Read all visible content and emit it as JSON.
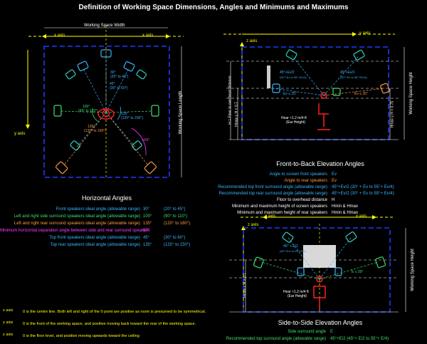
{
  "title": "Definition of Working Space Dimensions, Angles and Minimums and Maximums",
  "colors": {
    "background": "#000000",
    "yellow": "#ffff00",
    "white": "#ffffff",
    "blue": "#1f3cff",
    "front": "#38b6ff",
    "side": "#3ce06a",
    "rear": "#ff9a3c",
    "min_sep": "#ff3cff",
    "top": "#2fd0c0",
    "listener": "#ff2020"
  },
  "horizontal": {
    "axis_x_left": "x axis",
    "axis_x_right": "x axis",
    "axis_y": "y axis",
    "width_label": "Working Space Width",
    "length_label": "Working Space Length",
    "ang_30": "30°",
    "ang_30_range": "(20° to 45°)",
    "ang_45": "45°",
    "ang_45_range": "(30° to 60°)",
    "ang_100": "100°",
    "ang_100_range": "(90° to 110°)",
    "ang_135a": "135°",
    "ang_135a_range": "(120° to 150°)",
    "ang_135b": "135°",
    "ang_135b_range": "(120° to 160°)",
    "ang_min_sep": "≥50°",
    "heading": "Horizontal Angles",
    "rows": [
      {
        "label": "Front speakers ideal angle (allowable range)",
        "value": "30°",
        "range": "(20° to 45°)",
        "color": "#38b6ff"
      },
      {
        "label": "Left and right side surround speakers ideal angle (allowable range)",
        "value": "100°",
        "range": "(90° to 110°)",
        "color": "#3ce06a"
      },
      {
        "label": "Left and right rear surround speakers ideal angle (allowable range)",
        "value": "135°",
        "range": "(120° to 160°)",
        "color": "#ff9a3c"
      },
      {
        "label": "Minimum horizontal separation angle between side and rear surround speakers",
        "value": "50°",
        "range": "",
        "color": "#ff3cff"
      },
      {
        "label": "Top front speakers ideal angle (allowable range)",
        "value": "45°",
        "range": "(30° to 60°)",
        "color": "#38b6ff"
      },
      {
        "label": "Top rear speakers ideal angle (allowable range)",
        "value": "135°",
        "range": "(120° to 150°)",
        "color": "#38b6ff"
      }
    ]
  },
  "front_back": {
    "axis_y": "y axis",
    "axis_z": "z axis",
    "height_label": "Working Space Height",
    "floor_overhead_label": "H = Floor to overhead distance",
    "hmax_label": "Hmax ≤ H × 0.7",
    "hmax_right": "Hmax ≤ H × 0.75",
    "ear_label": "Hear ≈1.2 m/4 ft",
    "ear_sub": "(Ear Height)",
    "ang_top_front": "45°+Ev/2",
    "ang_top_front_range": "(30°+Ev to 55°+Ev/4)",
    "ang_top_rear": "45°+Ev/2",
    "ang_top_rear_range": "(30°+Ev to 55°+Ev/4)",
    "ang_front": "Ev ≤ 25°",
    "ang_rear": "Ev ≤ 25°",
    "heading": "Front-to-Back Elevation Angles",
    "rows": [
      {
        "label": "Angle to screen front speakers",
        "value": "Ev",
        "color": "#38b6ff"
      },
      {
        "label": "Angle to rear speakers",
        "value": "Ev",
        "color": "#ff9a3c"
      },
      {
        "label": "Recommended top front surround angle (allowable range)",
        "value": "45°+Ev/2  (30° + Ev to 55°+ Ev/4)",
        "color": "#38b6ff"
      },
      {
        "label": "Recommended top rear surround angle (allowable range)",
        "value": "45°+Ev/2  (30° + Ev to 55°+ Ev/4)",
        "color": "#38b6ff"
      },
      {
        "label": "Floor to overhead distance",
        "value": "H",
        "color": "#ffffff"
      },
      {
        "label": "Minimum and maximum height of screen speakers",
        "value": "Hmin & Hmax",
        "color": "#ffffff"
      },
      {
        "label": "Minimum and maximum height of rear speakers",
        "value": "Hmin & Hmax",
        "color": "#ffffff"
      }
    ]
  },
  "side_side": {
    "axis_x_left": "x axis",
    "axis_x_right": "x axis",
    "axis_z": "z axis",
    "height_label": "Working Space Height",
    "hmax_label": "Hmax ≤ H × 0.7",
    "ear_label": "Hear ≈1.2 m/4 ft",
    "ear_sub": "(Ear Height)",
    "ang_top": "45° + E/2",
    "ang_top_range": "(45°+E/2 to 55°+E/4)",
    "ang_side": "E ≤ 20°",
    "heading": "Side-to-Side Elevation Angles",
    "rows": [
      {
        "label": "Side surround angle",
        "value": "E",
        "color": "#3ce06a"
      },
      {
        "label": "Recommended top surround angle (allowable range)",
        "value": "45°+E/2 (45°+ E/2 to 55°+ E/4)",
        "color": "#3ce06a"
      }
    ]
  },
  "notes": [
    {
      "axis": "x axis",
      "text": "0 is the centre line. Both left and right of the 0 point are positive as room is presumed to be symmetrical."
    },
    {
      "axis": "y axis",
      "text": "0 is the front of the working space, and positive moving back toward the rear of the working space."
    },
    {
      "axis": "z axis",
      "text": "0 is the floor level, and positive moving upwards toward the ceiling"
    }
  ]
}
